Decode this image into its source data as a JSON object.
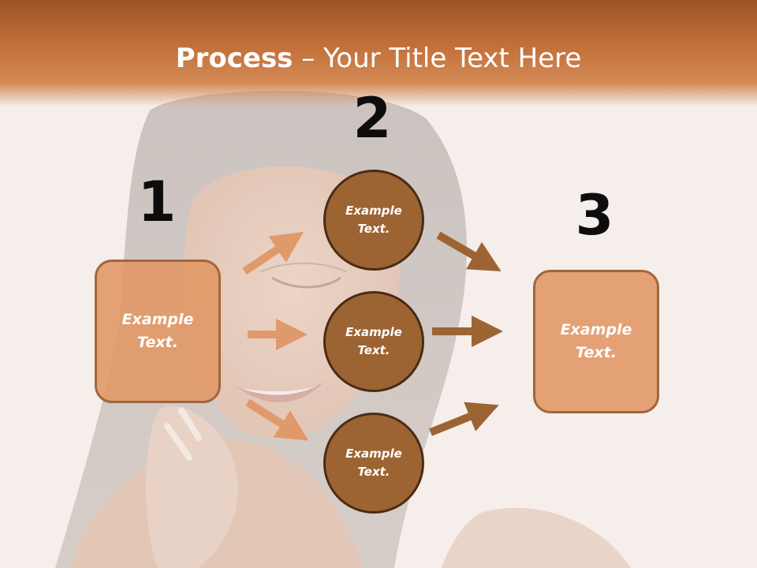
{
  "slide": {
    "title_strong": "Process",
    "title_rest": " – Your Title Text Here",
    "colors": {
      "band_top": "#9b5526",
      "band_bottom": "#d38a55",
      "box_fill": "#e1966a",
      "box_border": "#a0663e",
      "circle_fill": "#9c6432",
      "circle_border": "#4c2b14",
      "arrow_light": "#e0996b",
      "arrow_dark": "#9c6432"
    },
    "background_image": "smiling woman portrait (faded)"
  },
  "steps": {
    "one": "1",
    "two": "2",
    "three": "3"
  },
  "nodes": {
    "start": "Example\nText.",
    "middle_top": "Example\nText.",
    "middle_center": "Example\nText.",
    "middle_bottom": "Example\nText.",
    "end": "Example\nText."
  }
}
